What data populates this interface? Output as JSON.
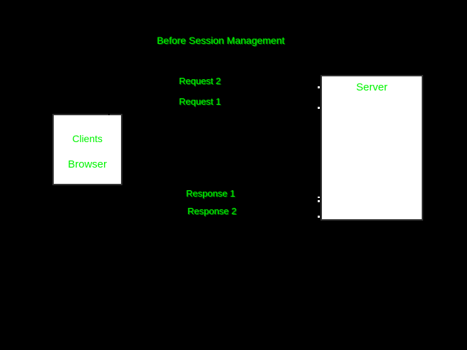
{
  "title": "Before Session Management",
  "colors": {
    "background": "#000000",
    "text_green": "#00f400",
    "box_fill": "#ffffff",
    "box_border": "#333333"
  },
  "nodes": {
    "clients": {
      "label_line1": "Clients",
      "label_line2": "Browser"
    },
    "server": {
      "label": "Server"
    }
  },
  "messages": {
    "request2": "Request 2",
    "request1": "Request 1",
    "response1": "Response 1",
    "response2": "Response 2"
  }
}
